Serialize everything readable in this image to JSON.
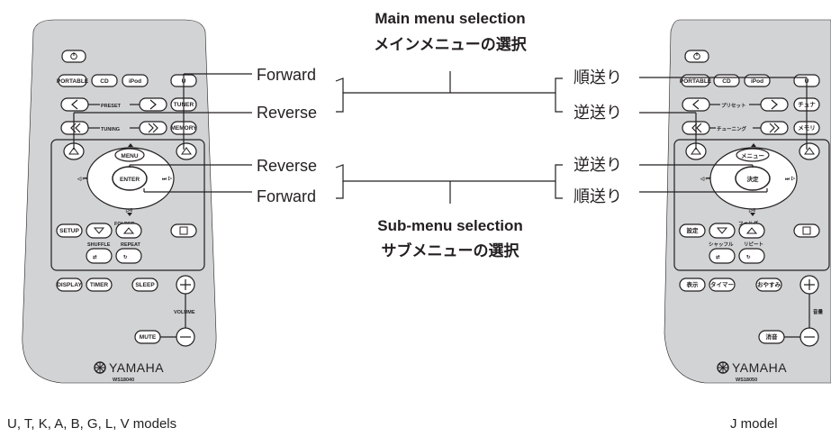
{
  "header": {
    "main_title_en": "Main menu  selection",
    "main_title_jp": "メインメニューの選択",
    "sub_title_en": "Sub-menu selection",
    "sub_title_jp": "サブメニューの選択"
  },
  "labels_en": {
    "forward_top": "Forward",
    "reverse_top": "Reverse",
    "reverse_bottom": "Reverse",
    "forward_bottom": "Forward"
  },
  "labels_jp": {
    "forward_top": "順送り",
    "reverse_top": "逆送り",
    "reverse_bottom": "逆送り",
    "forward_bottom": "順送り"
  },
  "remote_left": {
    "buttons": {
      "portable": "PORTABLE",
      "cd": "CD",
      "ipod": "iPod",
      "u": "U",
      "preset": "PRESET",
      "tuner": "TUNER",
      "tuning": "TUNING",
      "memory": "MEMORY",
      "menu": "MENU",
      "enter": "ENTER",
      "folder": "FOLDER",
      "setup": "SETUP",
      "shuffle": "SHUFFLE",
      "repeat": "REPEAT",
      "display": "DISPLAY",
      "timer": "TIMER",
      "sleep": "SLEEP",
      "volume": "VOLUME",
      "mute": "MUTE"
    },
    "brand": "YAMAHA",
    "model_code": "WS18040",
    "caption": "U, T, K, A, B, G, L, V models"
  },
  "remote_right": {
    "buttons": {
      "portable": "PORTABLE",
      "cd": "CD",
      "ipod": "iPod",
      "u": "U",
      "preset": "プリセット",
      "tuner": "チュナ",
      "tuning": "チューニング",
      "memory": "メモリ",
      "menu": "メニュー",
      "enter": "決定",
      "folder": "フォルダ",
      "setup": "設定",
      "shuffle": "シャッフル",
      "repeat": "リピート",
      "display": "表示",
      "timer": "タイマー",
      "sleep": "おやすみ",
      "volume": "音量",
      "mute": "消音"
    },
    "brand": "YAMAHA",
    "model_code": "WS18050",
    "caption": "J model"
  },
  "colors": {
    "body": "#d1d3d4",
    "ink": "#231f20",
    "button": "#ffffff"
  }
}
